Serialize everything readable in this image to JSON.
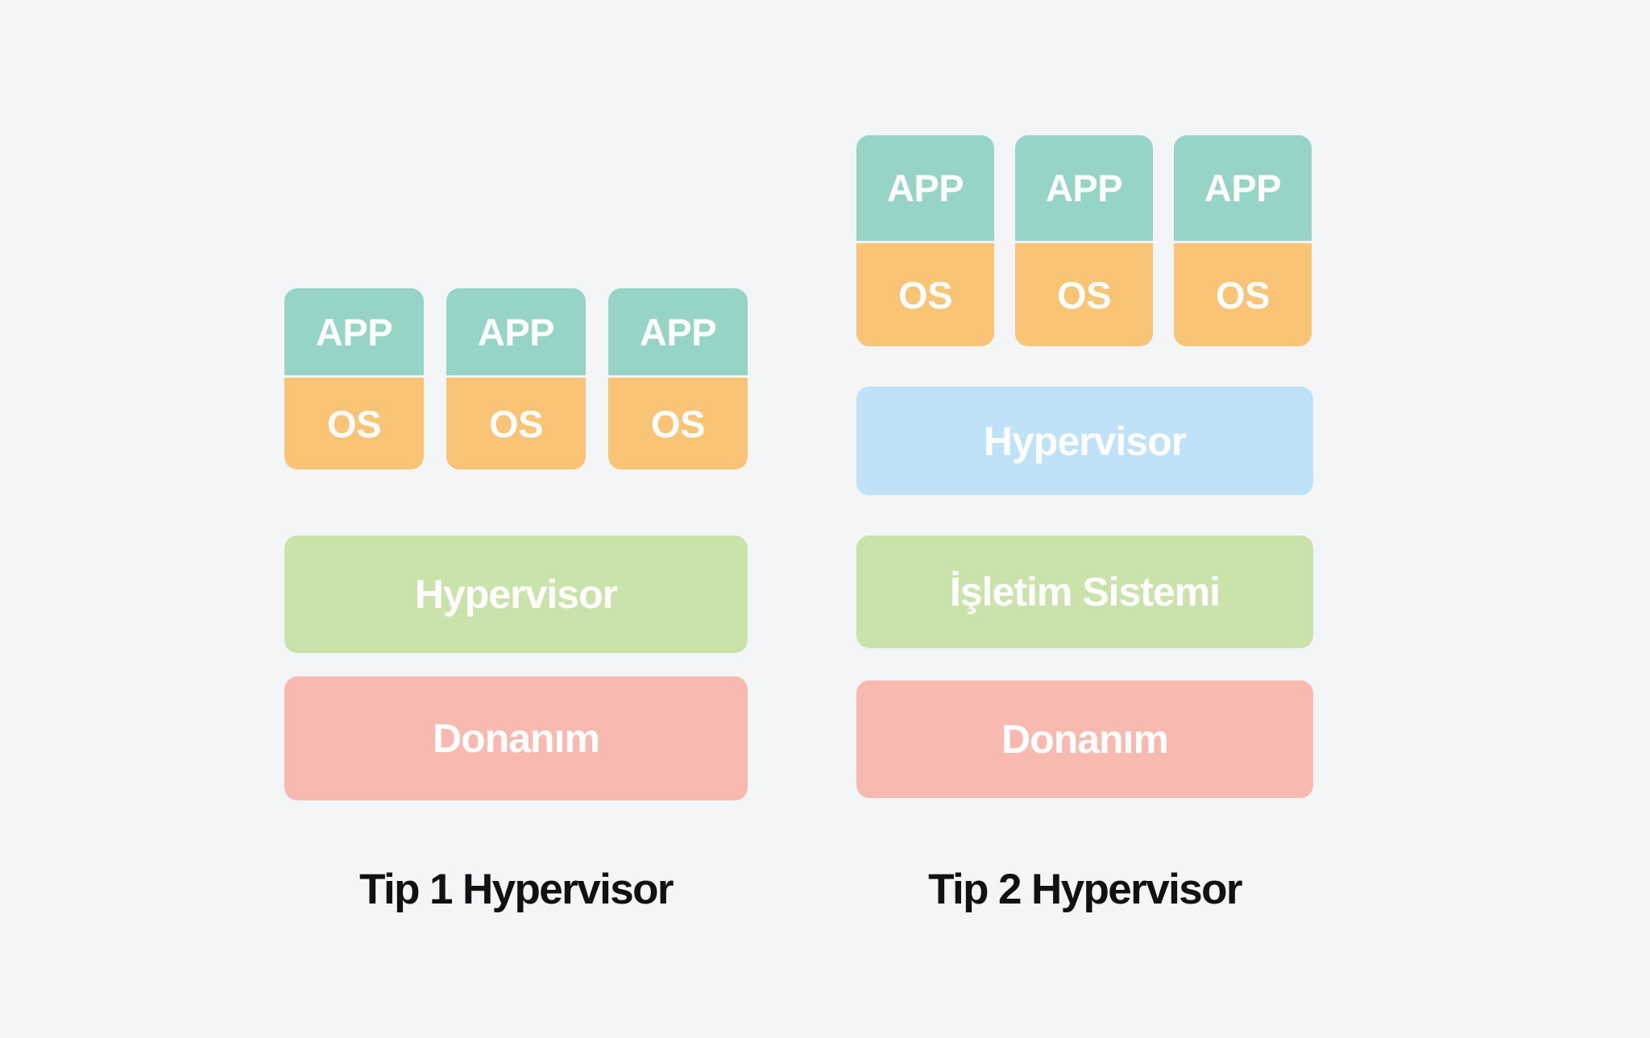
{
  "diagram": {
    "title_visible": false,
    "background_color": "#f4f5f7",
    "palette": {
      "app_teal": "#96d4c7",
      "os_orange": "#fac476",
      "hypervisor_green": "#c9e3ab",
      "hypervisor_blue": "#bfe2f8",
      "hardware_pink": "#f8bab0",
      "label_text": "#111111",
      "block_text": "#ffffff"
    }
  },
  "left_column": {
    "caption": "Tip 1 Hypervisor",
    "vms": [
      {
        "app_label": "APP",
        "os_label": "OS"
      },
      {
        "app_label": "APP",
        "os_label": "OS"
      },
      {
        "app_label": "APP",
        "os_label": "OS"
      }
    ],
    "layers": [
      {
        "label": "Hypervisor",
        "color": "#c9e3ab"
      },
      {
        "label": "Donanım",
        "color": "#f8bab0"
      }
    ]
  },
  "right_column": {
    "caption": "Tip 2 Hypervisor",
    "vms": [
      {
        "app_label": "APP",
        "os_label": "OS"
      },
      {
        "app_label": "APP",
        "os_label": "OS"
      },
      {
        "app_label": "APP",
        "os_label": "OS"
      }
    ],
    "layers": [
      {
        "label": "Hypervisor",
        "color": "#bfe2f8"
      },
      {
        "label": "İşletim Sistemi",
        "color": "#c9e3ab"
      },
      {
        "label": "Donanım",
        "color": "#f8bab0"
      }
    ]
  }
}
